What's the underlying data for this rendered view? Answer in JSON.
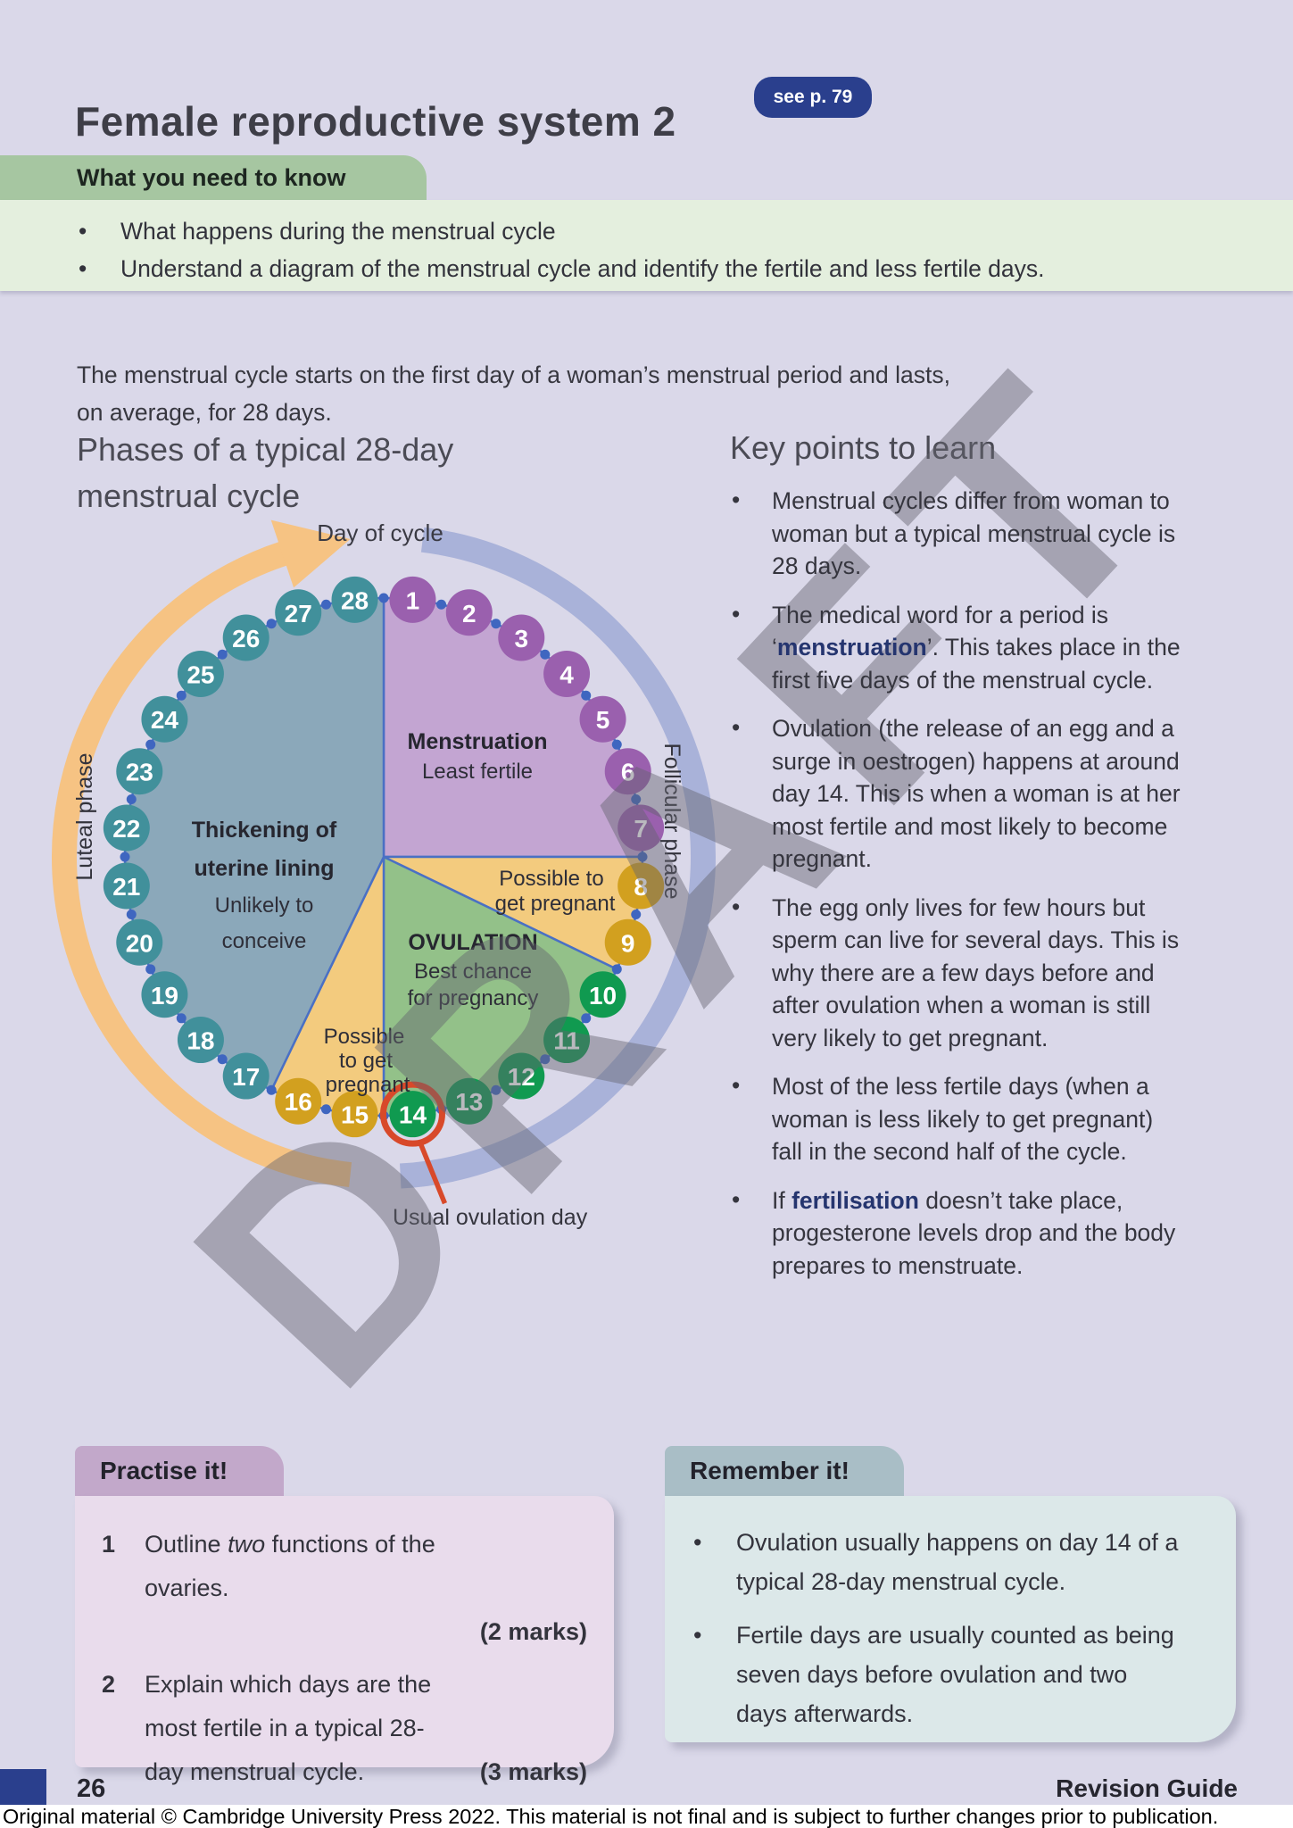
{
  "page": {
    "title": "Female reproductive system 2",
    "badge": "see p. 79"
  },
  "what_to_know": {
    "header": "What you need to know",
    "bullets": [
      "What happens during the menstrual cycle",
      "Understand a diagram of the menstrual cycle and identify the fertile and less fertile days."
    ]
  },
  "intro": "The menstrual cycle starts on the first day of a woman’s menstrual period and lasts,\non average, for 28 days.",
  "left_column": {
    "heading": "Phases of a typical 28-day menstrual cycle"
  },
  "key_points": {
    "heading": "Key points to learn",
    "items": [
      {
        "pre": "Menstrual cycles differ from woman to woman but a typical menstrual cycle is 28 days.",
        "bold": "",
        "post": ""
      },
      {
        "pre": "The medical word for a period is ‘",
        "bold": "menstruation",
        "post": "’. This takes place in the first five days of the menstrual cycle."
      },
      {
        "pre": "Ovulation (the release of an egg and a surge in oestrogen) happens at around day 14. This is when a woman is at her most fertile and most likely to become pregnant.",
        "bold": "",
        "post": ""
      },
      {
        "pre": "The egg only lives for few hours but sperm can live for several days. This is why there are a few days before and after ovulation when a woman is still very likely to get pregnant.",
        "bold": "",
        "post": ""
      },
      {
        "pre": "Most of the less fertile days (when a woman is less likely to get pregnant) fall in the second half of the cycle.",
        "bold": "",
        "post": ""
      },
      {
        "pre": "If ",
        "bold": "fertilisation",
        "post": " doesn’t take place, progesterone levels drop and the body prepares to menstruate."
      }
    ]
  },
  "diagram": {
    "day_of_cycle": "Day of cycle",
    "luteal": "Luteal phase",
    "follicular": "Follicular phase",
    "usual_ovulation": "Usual ovulation day",
    "total_days": 28,
    "red_marker_day": 14,
    "phases": [
      {
        "name": "menstruation",
        "days_from": 1,
        "days_to": 7,
        "wedge_color": "#c3a5d2",
        "day_color": "#9a60ae"
      },
      {
        "name": "possible-to-get-pregnant-before",
        "days_from": 8,
        "days_to": 9,
        "wedge_color": "#f3cb7e",
        "day_color": "#d2a01f"
      },
      {
        "name": "ovulation",
        "days_from": 10,
        "days_to": 14,
        "wedge_color": "#93c189",
        "day_color": "#109a50"
      },
      {
        "name": "possible-to-get-pregnant-after",
        "days_from": 15,
        "days_to": 16,
        "wedge_color": "#f3cb7e",
        "day_color": "#d2a01f"
      },
      {
        "name": "thickening-of-uterine-lining",
        "days_from": 17,
        "days_to": 28,
        "wedge_color": "#8ba8ba",
        "day_color": "#41909b"
      }
    ],
    "labels": {
      "menstruation_1": "Menstruation",
      "menstruation_2": "Least fertile",
      "possible_right_1": "Possible to",
      "possible_right_2": "get pregnant",
      "ovulation_1": "OVULATION",
      "ovulation_2": "Best chance",
      "ovulation_3": "for pregnancy",
      "possible_bottom_1": "Possible",
      "possible_bottom_2": "to get",
      "possible_bottom_3": "pregnant",
      "thickening_1": "Thickening of",
      "thickening_2": "uterine lining",
      "thickening_3": "Unlikely to",
      "thickening_4": "conceive"
    }
  },
  "practise": {
    "header": "Practise it!",
    "items": [
      {
        "num": "1",
        "pre": "Outline ",
        "italic": "two",
        "post": " functions of the ovaries.",
        "marks": "(2 marks)"
      },
      {
        "num": "2",
        "pre": "Explain which days are the most fertile in a typical 28-day menstrual cycle.",
        "italic": "",
        "post": "",
        "marks": "(3 marks)"
      }
    ]
  },
  "remember": {
    "header": "Remember it!",
    "bullets": [
      "Ovulation usually happens on day 14 of a typical 28-day menstrual cycle.",
      "Fertile days are usually counted as being seven days before ovulation and two days afterwards."
    ]
  },
  "footer": {
    "page_number": "26",
    "brand": "Revision Guide",
    "copyright": "Original material © Cambridge University Press 2022. This material is not final and is subject to further changes prior to publication."
  },
  "watermark": "DRAFT",
  "colors": {
    "navy": "#2a3f8d",
    "bold_navy": "#25356f",
    "green_tab": "#a6c6a1",
    "green_band": "#e4efde",
    "practise_tab": "#c2a8ca",
    "practise_body": "#e9dcec",
    "remember_tab": "#a9bec6",
    "remember_body": "#dce8e9",
    "rim_blue": "#4a70c4",
    "dot_blue": "#3f66c0",
    "arc_orange": "#f6c383",
    "arc_blue": "#a9b2d9",
    "marker_red": "#d8492a"
  }
}
